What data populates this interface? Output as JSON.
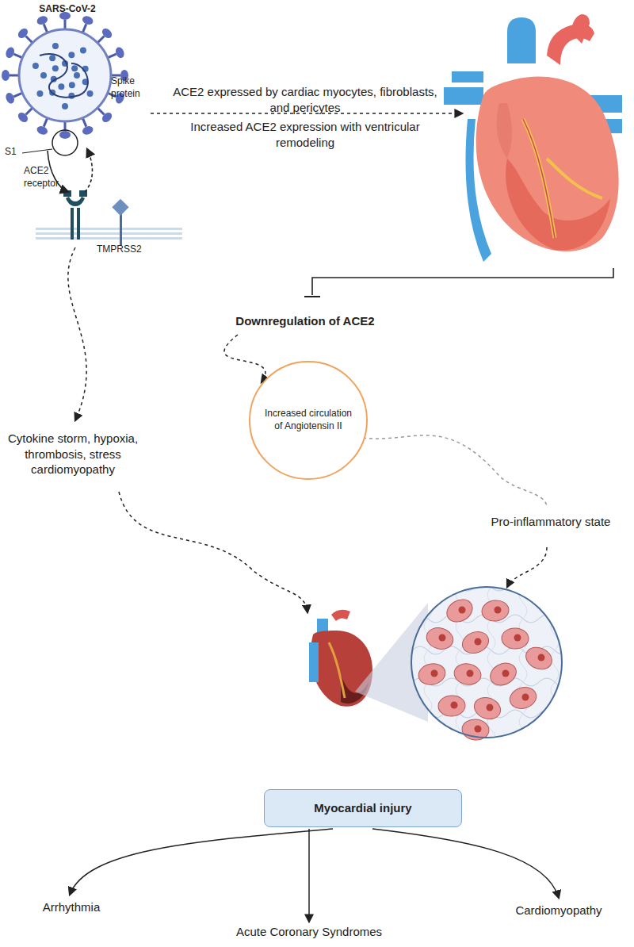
{
  "diagram": {
    "nodes": [
      {
        "text": [
          "Increased circulation of Angiotensin II"
        ]
      },
      {
        "text": [
          "Myocardial injury"
        ]
      }
    ],
    "labels": [
      "SARS-CoV-2",
      "Spike protein",
      "S1",
      "ACE2 receptor",
      "TMPRSS2",
      "ACE2 expressed by cardiac myocytes, fibroblasts, and pericytes",
      "Increased ACE2 expression with ventricular remodeling",
      "Downregulation of ACE2",
      "Cytokine storm, hypoxia, thrombosis, stress cardiomyopathy",
      "Pro-inflammatory state",
      "Arrhythmia",
      "Acute Coronary Syndromes",
      "Cardiomyopathy"
    ]
  }
}
